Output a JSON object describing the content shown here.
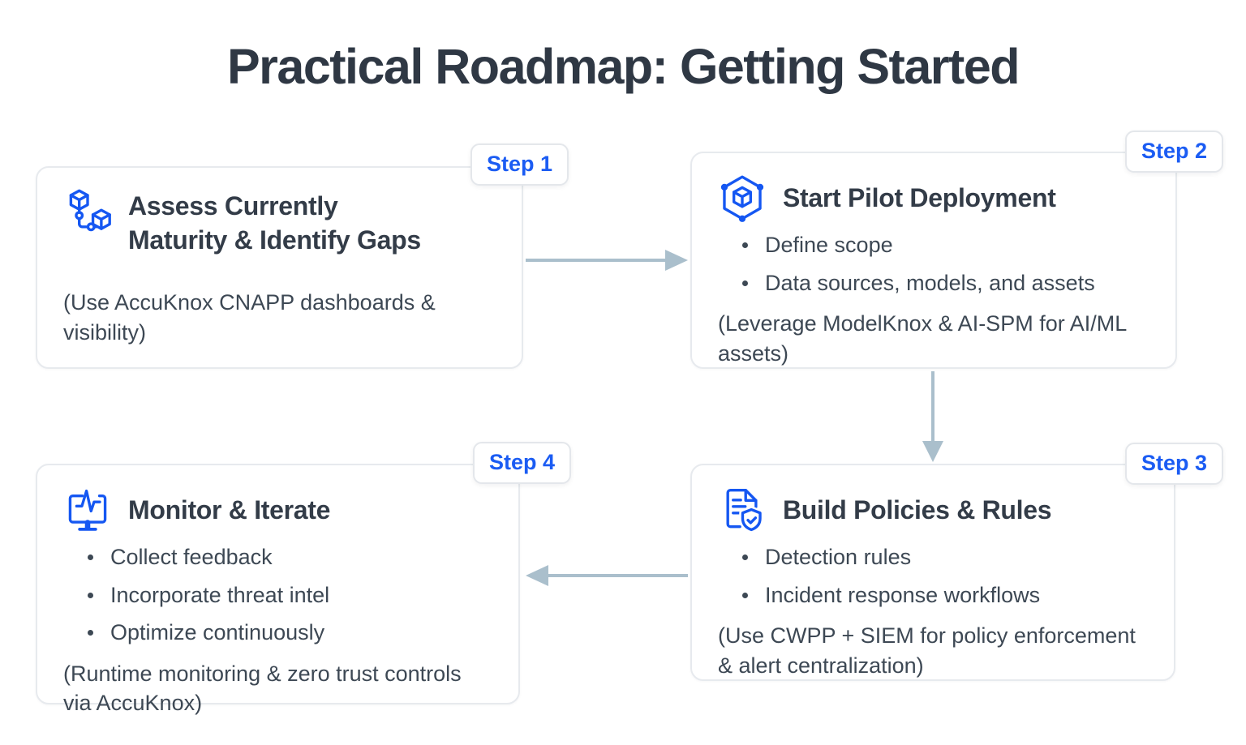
{
  "page": {
    "title": "Practical Roadmap: Getting Started"
  },
  "colors": {
    "accent_blue": "#1b5cf3",
    "icon_blue": "#1557f2",
    "heading_text": "#333c48",
    "body_text": "#3d4854",
    "card_border": "#e7eaee",
    "arrow_gray_blue": "#aabfcc"
  },
  "steps": [
    {
      "badge": "Step 1",
      "icon": "linked-cubes-icon",
      "title": "Assess Currently Maturity & Identify Gaps",
      "bullets": [],
      "note": "(Use AccuKnox CNAPP dashboards & visibility)"
    },
    {
      "badge": "Step 2",
      "icon": "hexagon-cube-icon",
      "title": "Start Pilot Deployment",
      "bullets": [
        "Define scope",
        "Data sources, models, and assets"
      ],
      "note": "(Leverage ModelKnox & AI-SPM for AI/ML assets)"
    },
    {
      "badge": "Step 3",
      "icon": "policy-document-shield-icon",
      "title": "Build Policies & Rules",
      "bullets": [
        "Detection rules",
        "Incident response workflows"
      ],
      "note": "(Use CWPP + SIEM for policy enforcement & alert centralization)"
    },
    {
      "badge": "Step 4",
      "icon": "monitor-pulse-icon",
      "title": "Monitor & Iterate",
      "bullets": [
        "Collect feedback",
        "Incorporate threat intel",
        "Optimize continuously"
      ],
      "note": "(Runtime monitoring & zero trust controls via AccuKnox)"
    }
  ]
}
